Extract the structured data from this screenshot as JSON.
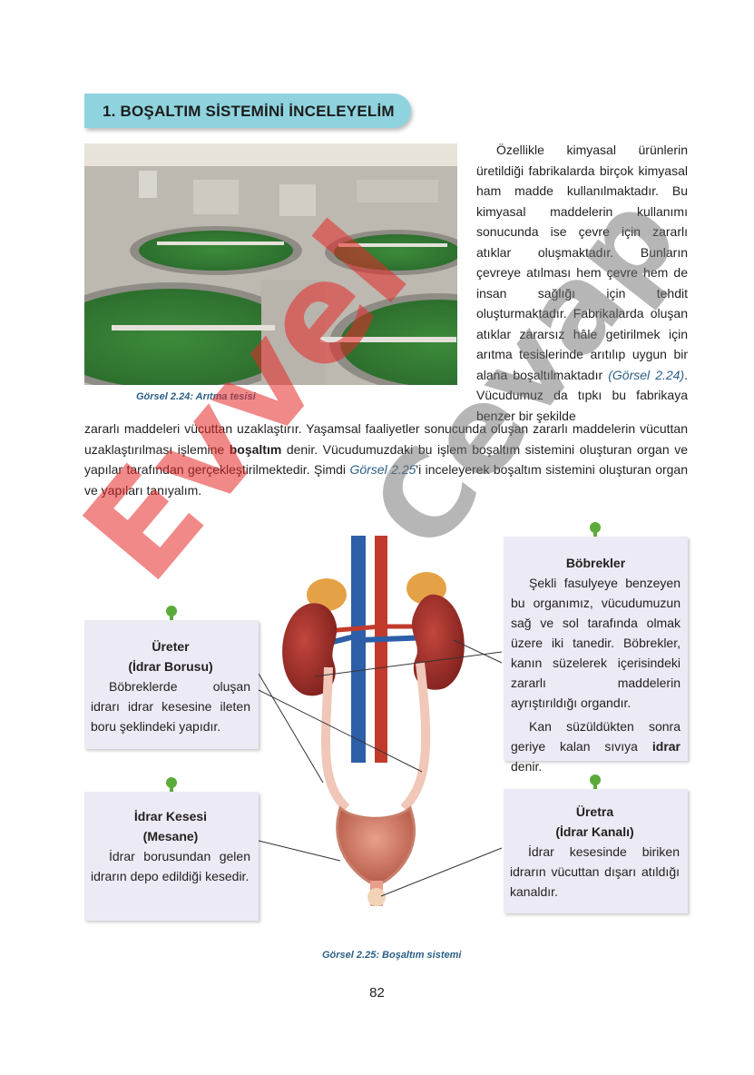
{
  "section": {
    "title": "1. BOŞALTIM SİSTEMİNİ İNCELEYELİM"
  },
  "figure1": {
    "caption": "Görsel 2.24: Arıtma tesisi"
  },
  "intro": {
    "right_text_1": "Özellikle kimyasal ürünlerin üretildiği fabrikalarda birçok kimyasal ham madde kullanılmaktadır. Bu kimyasal maddelerin kullanımı sonucunda ise çevre için zararlı atıklar oluşmaktadır. Bunların çevreye atılması hem çevre hem de insan sağlığı için tehdit oluşturmaktadır. Fabrikalarda oluşan atıklar zararsız hâle getirilmek için arıtma tesislerinde arıtılıp uygun bir alana boşaltılmaktadır",
    "ref_1": "(Görsel 2.24)",
    "right_text_2": ". Vücudumuz da tıpkı bu fabrikaya benzer bir şekilde",
    "full_text_1": "zararlı maddeleri vücuttan uzaklaştırır. Yaşamsal faaliyetler sonucunda oluşan zararlı maddelerin vücuttan uzaklaştırılması işlemine ",
    "bold_term": "boşaltım",
    "full_text_2": " denir. Vücudumuzdaki bu işlem boşaltım sistemini oluşturan organ ve yapılar tarafından gerçekleştirilmektedir. Şimdi ",
    "ref_2": "Görsel 2.25",
    "full_text_3": "'i inceleyerek boşaltım sistemini oluşturan organ ve yapıları tanıyalım."
  },
  "boxes": {
    "kidneys": {
      "title": "Böbrekler",
      "text_1": "Şekli fasulyeye benzeyen bu organımız, vücudumuzun sağ ve sol tarafında olmak üzere iki tanedir. Böbrekler, kanın süzelerek içerisindeki zararlı maddelerin ayrıştırıldığı organdır.",
      "text_2a": "Kan süzüldükten sonra geriye kalan sıvıya ",
      "text_2b": "idrar",
      "text_2c": " denir."
    },
    "ureter": {
      "title_1": "Üreter",
      "title_2": "(İdrar Borusu)",
      "text": "Böbreklerde oluşan idrarı idrar kesesine ileten boru şeklindeki yapıdır."
    },
    "bladder": {
      "title_1": "İdrar Kesesi",
      "title_2": "(Mesane)",
      "text": "İdrar borusundan gelen idrarın depo edildiği kesedir."
    },
    "urethra": {
      "title_1": "Üretra",
      "title_2": "(İdrar Kanalı)",
      "text": "İdrar kesesinde biriken idrarın vücuttan dışarı atıldığı kanaldır."
    }
  },
  "figure2": {
    "caption": "Görsel 2.25: Boşaltım sistemi"
  },
  "watermark": {
    "red": "Evvel",
    "gray": "Cevap"
  },
  "page": {
    "number": "82"
  },
  "colors": {
    "header": "#8fd3df",
    "box": "#eceaf4",
    "caption": "#2b5f86",
    "pin": "#5bab3a"
  }
}
